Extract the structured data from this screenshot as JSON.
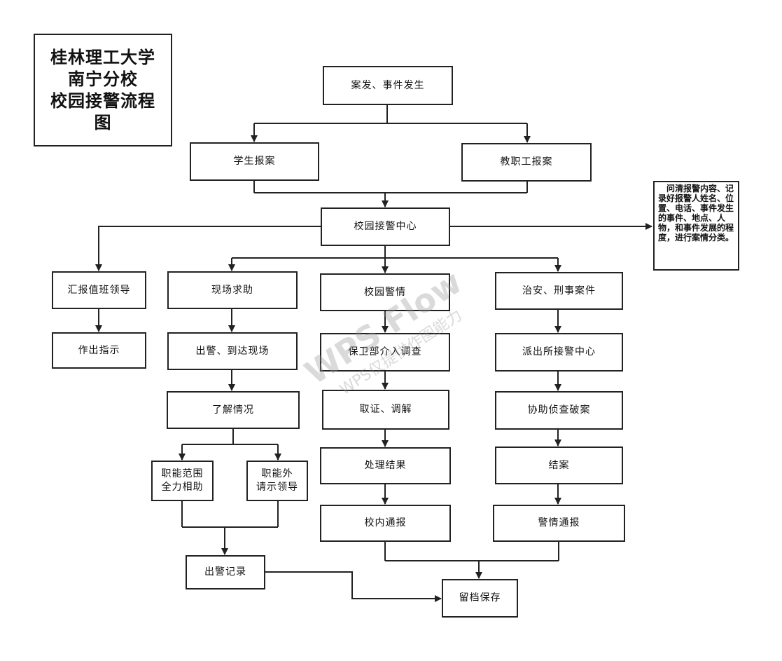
{
  "title": "桂林理工大学\n南宁分校\n校园接警流程图",
  "title_lines": [
    "桂林理工大学",
    "南宁分校",
    "校园接警流程",
    "图"
  ],
  "nodes": {
    "incident": "案发、事件发生",
    "student_report": "学生报案",
    "staff_report": "教职工报案",
    "center": "校园接警中心",
    "report_leader": "汇报值班领导",
    "onsite_help": "现场求助",
    "campus_alert": "校园警情",
    "criminal_case": "治安、刑事案件",
    "give_instruction": "作出指示",
    "dispatch": "出警、到达现场",
    "security_investigate": "保卫部介入调查",
    "police_center": "派出所接警中心",
    "understand": "了解情况",
    "evidence": "取证、调解",
    "assist_investigation": "协助侦查破案",
    "within_duty": "职能范围\n全力相助",
    "outside_duty": "职能外\n请示领导",
    "result": "处理结果",
    "close_case": "结案",
    "campus_notice": "校内通报",
    "alert_notice": "警情通报",
    "dispatch_record": "出警记录",
    "archive": "留档保存"
  },
  "note": "　问清报警内容、记录好报警人姓名、位置、电话、事件发生的事件、地点、人物，和事件发展的程度，进行案情分类。",
  "watermark": {
    "main": "WPS Flow",
    "sub": "WPS仅提供作图能力"
  }
}
